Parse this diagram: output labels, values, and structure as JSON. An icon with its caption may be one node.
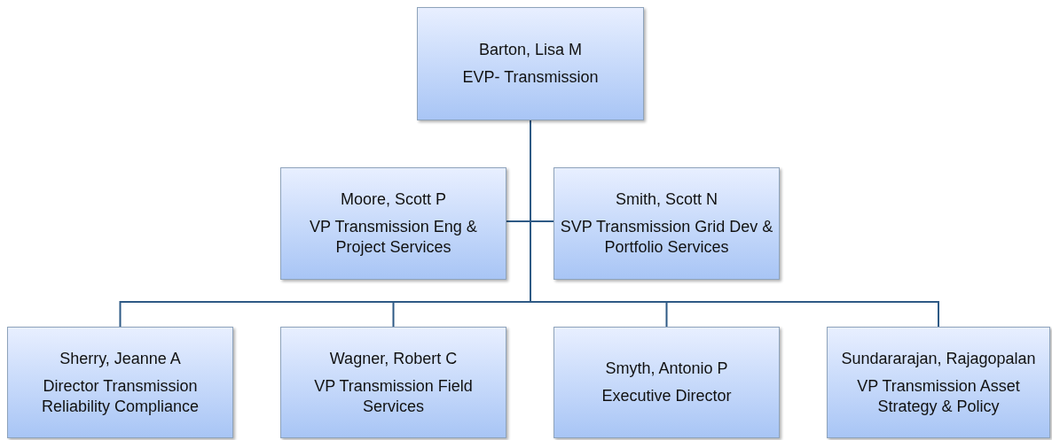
{
  "diagram": {
    "nodes": [
      {
        "text": [
          "Barton, Lisa M",
          "EVP- Transmission"
        ]
      },
      {
        "text": [
          "Moore, Scott P",
          "VP Transmission Eng & Project Services"
        ]
      },
      {
        "text": [
          "Smith, Scott N",
          "SVP Transmission Grid Dev & Portfolio Services"
        ]
      },
      {
        "text": [
          "Sherry, Jeanne A",
          "Director Transmission Reliability Compliance"
        ]
      },
      {
        "text": [
          "Wagner, Robert C",
          "VP Transmission Field Services"
        ]
      },
      {
        "text": [
          "Smyth, Antonio P",
          "Executive Director"
        ]
      },
      {
        "text": [
          "Sundararajan, Rajagopalan",
          "VP Transmission Asset Strategy & Policy"
        ]
      }
    ],
    "edges": [
      {
        "from": 0,
        "to": 1,
        "arrow": "none"
      },
      {
        "from": 0,
        "to": 2,
        "arrow": "none"
      },
      {
        "from": 0,
        "to": 3,
        "arrow": "none"
      },
      {
        "from": 0,
        "to": 4,
        "arrow": "none"
      },
      {
        "from": 0,
        "to": 5,
        "arrow": "none"
      },
      {
        "from": 0,
        "to": 6,
        "arrow": "none"
      }
    ]
  }
}
